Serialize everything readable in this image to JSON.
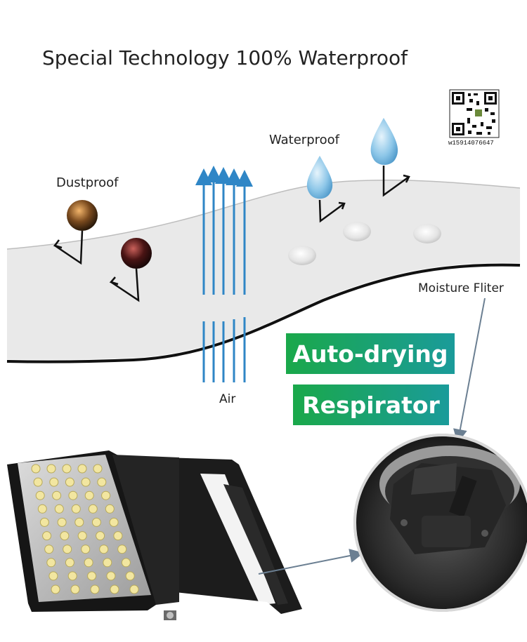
{
  "header": {
    "title": "Special Technology 100% Waterproof"
  },
  "qr": {
    "caption": "w15914076647"
  },
  "labels": {
    "dustproof": "Dustproof",
    "waterproof": "Waterproof",
    "air": "Air",
    "moisture": "Moisture Fliter"
  },
  "badges": {
    "auto_drying": "Auto-drying",
    "respirator": "Respirator"
  },
  "colors": {
    "membrane": "#e9e9e9",
    "membrane_edge": "#111111",
    "air_arrow": "#2f86c6",
    "badge_green": "#1aa84a",
    "badge_teal": "#1a9b9a",
    "droplet": "#8cc6e8",
    "dust_brown": "#7a4a1e",
    "dust_maroon": "#4a1414",
    "light_body": "#1c1c1c",
    "led_yellow": "#f2e6a0"
  },
  "icons": [
    "qr-code-icon",
    "water-drop-icon",
    "dust-particle-icon",
    "up-arrow-icon"
  ]
}
